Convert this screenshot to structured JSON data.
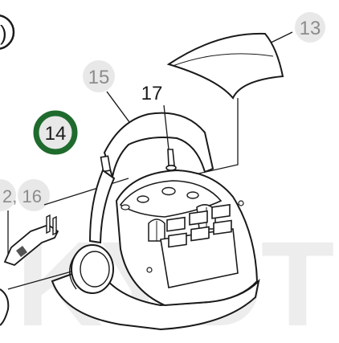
{
  "diagram": {
    "callouts": {
      "part_13": "13",
      "part_15": "15",
      "part_17": "17",
      "part_14": "14",
      "part_12_16": "2, 16",
      "partial_left": ")"
    },
    "watermark": "KYDT",
    "colors": {
      "line": "#1a1a1a",
      "callout_circle": "#e6e6e6",
      "callout_text_gray": "#8c8c8c",
      "highlight_ring": "#1f6b2e",
      "watermark": "#ececec"
    }
  }
}
